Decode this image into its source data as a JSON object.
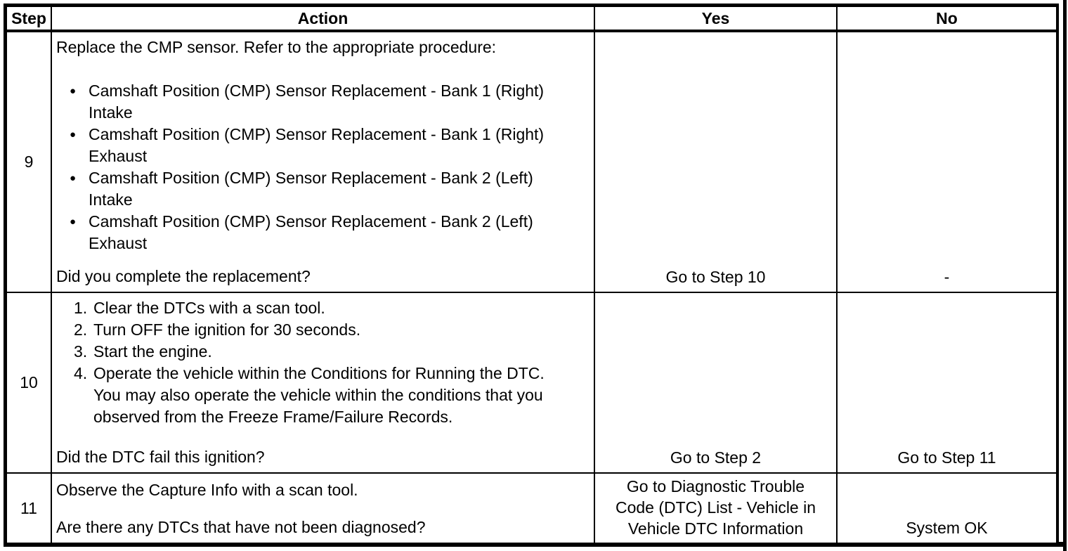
{
  "colors": {
    "border": "#000000",
    "background": "#ffffff",
    "text": "#000000"
  },
  "header": {
    "step": "Step",
    "action": "Action",
    "yes": "Yes",
    "no": "No"
  },
  "rows": [
    {
      "step": "9",
      "intro": "Replace the CMP sensor. Refer to the appropriate procedure:",
      "bullets": [
        {
          "l1": "Camshaft Position (CMP) Sensor Replacement - Bank 1 (Right)",
          "l2": "Intake"
        },
        {
          "l1": "Camshaft Position (CMP) Sensor Replacement - Bank 1 (Right)",
          "l2": "Exhaust"
        },
        {
          "l1": "Camshaft Position (CMP) Sensor Replacement - Bank 2 (Left)",
          "l2": "Intake"
        },
        {
          "l1": "Camshaft Position (CMP) Sensor Replacement - Bank 2 (Left)",
          "l2": "Exhaust"
        }
      ],
      "question": "Did you complete the replacement?",
      "yes": "Go to Step 10",
      "no": "-"
    },
    {
      "step": "10",
      "steps": [
        {
          "num": "1.",
          "text": "Clear the DTCs with a scan tool."
        },
        {
          "num": "2.",
          "text": "Turn OFF the ignition for 30 seconds."
        },
        {
          "num": "3.",
          "text": "Start the engine."
        },
        {
          "num": "4.",
          "line1": "Operate the vehicle within the Conditions for Running the DTC.",
          "line2": "You may also operate the vehicle within the conditions that you",
          "line3": "observed from the Freeze Frame/Failure Records."
        }
      ],
      "question": "Did the DTC fail this ignition?",
      "yes": "Go to Step 2",
      "no": "Go to Step 11"
    },
    {
      "step": "11",
      "intro": "Observe the Capture Info with a scan tool.",
      "question": "Are there any DTCs that have not been diagnosed?",
      "yes_line1": "Go to Diagnostic Trouble",
      "yes_line2": "Code (DTC) List - Vehicle in",
      "yes_line3": "Vehicle DTC Information",
      "no": "System OK"
    }
  ]
}
